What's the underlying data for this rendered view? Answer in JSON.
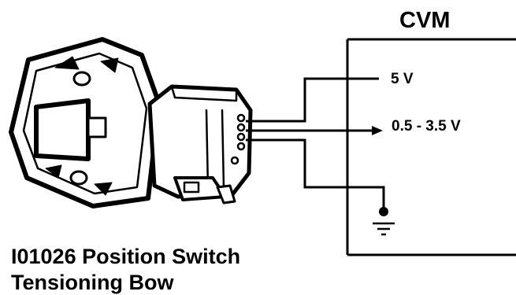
{
  "module": {
    "title": "CVM"
  },
  "signals": {
    "supply": "5 V",
    "output": "0.5 - 3.5 V"
  },
  "caption": {
    "line1": "I01026 Position Switch",
    "line2": "Tensioning Bow"
  },
  "icons": {
    "sensor": "position-switch-sensor-icon",
    "ground": "ground-symbol-icon",
    "arrow": "signal-arrow-icon"
  },
  "colors": {
    "line": "#000000",
    "background": "#ffffff"
  }
}
